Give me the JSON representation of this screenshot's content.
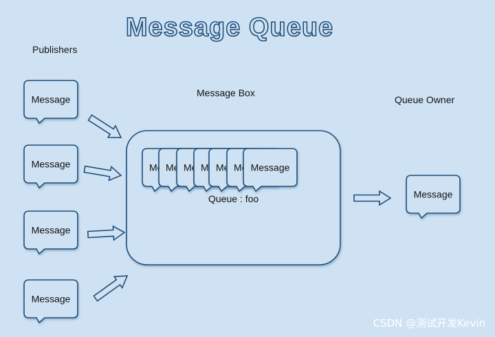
{
  "title": "Message Queue",
  "labels": {
    "publishers": "Publishers",
    "message_box": "Message Box",
    "queue_owner": "Queue Owner",
    "queue_name": "Queue : foo"
  },
  "publisher_messages": [
    "Message",
    "Message",
    "Message",
    "Message"
  ],
  "queue_messages": [
    "Me",
    "Me",
    "Me",
    "Me",
    "Me",
    "Me",
    "Message"
  ],
  "owner_message": "Message",
  "watermark": "CSDN @测试开发Kevin",
  "colors": {
    "background": "#cfe2f3",
    "stroke": "#1f4e79",
    "title_fill": "#cfe2f3",
    "text": "#111111"
  }
}
